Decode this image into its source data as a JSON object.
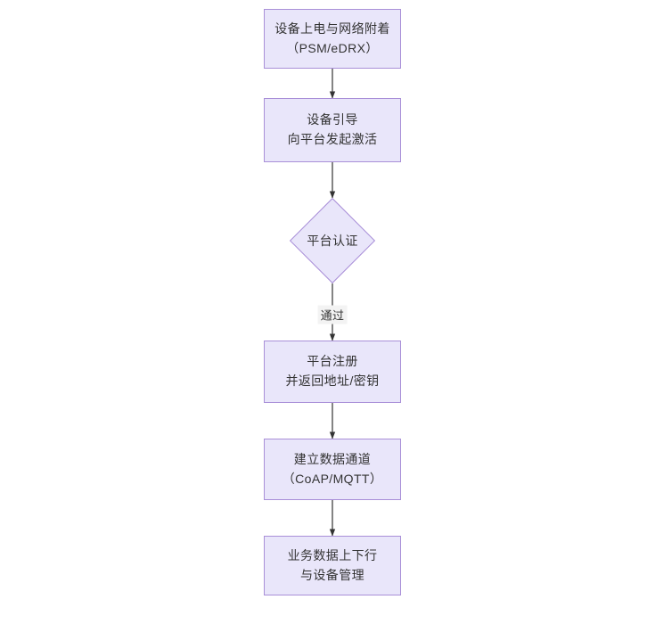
{
  "diagram": {
    "type": "flowchart",
    "orientation": "top-to-bottom",
    "title": "",
    "theme": {
      "node_fill": "#e9e6fa",
      "node_border": "#a98fd8",
      "text_color": "#333333",
      "edge_color": "#333333",
      "edge_label_bg": "#f3f3f3",
      "canvas_bg": "#ffffff"
    },
    "nodes": [
      {
        "id": "n1",
        "shape": "rect",
        "lines": [
          "设备上电与网络附着",
          "（PSM/eDRX）"
        ]
      },
      {
        "id": "n2",
        "shape": "rect",
        "lines": [
          "设备引导",
          "向平台发起激活"
        ]
      },
      {
        "id": "n3",
        "shape": "diamond",
        "lines": [
          "平台认证"
        ]
      },
      {
        "id": "n4",
        "shape": "rect",
        "lines": [
          "平台注册",
          "并返回地址/密钥"
        ]
      },
      {
        "id": "n5",
        "shape": "rect",
        "lines": [
          "建立数据通道",
          "（CoAP/MQTT）"
        ]
      },
      {
        "id": "n6",
        "shape": "rect",
        "lines": [
          "业务数据上下行",
          "与设备管理"
        ]
      }
    ],
    "edges": [
      {
        "id": "e1",
        "from": "n1",
        "to": "n2",
        "label": ""
      },
      {
        "id": "e2",
        "from": "n2",
        "to": "n3",
        "label": ""
      },
      {
        "id": "e3",
        "from": "n3",
        "to": "n4",
        "label": "通过"
      },
      {
        "id": "e4",
        "from": "n4",
        "to": "n5",
        "label": ""
      },
      {
        "id": "e5",
        "from": "n5",
        "to": "n6",
        "label": ""
      }
    ]
  }
}
